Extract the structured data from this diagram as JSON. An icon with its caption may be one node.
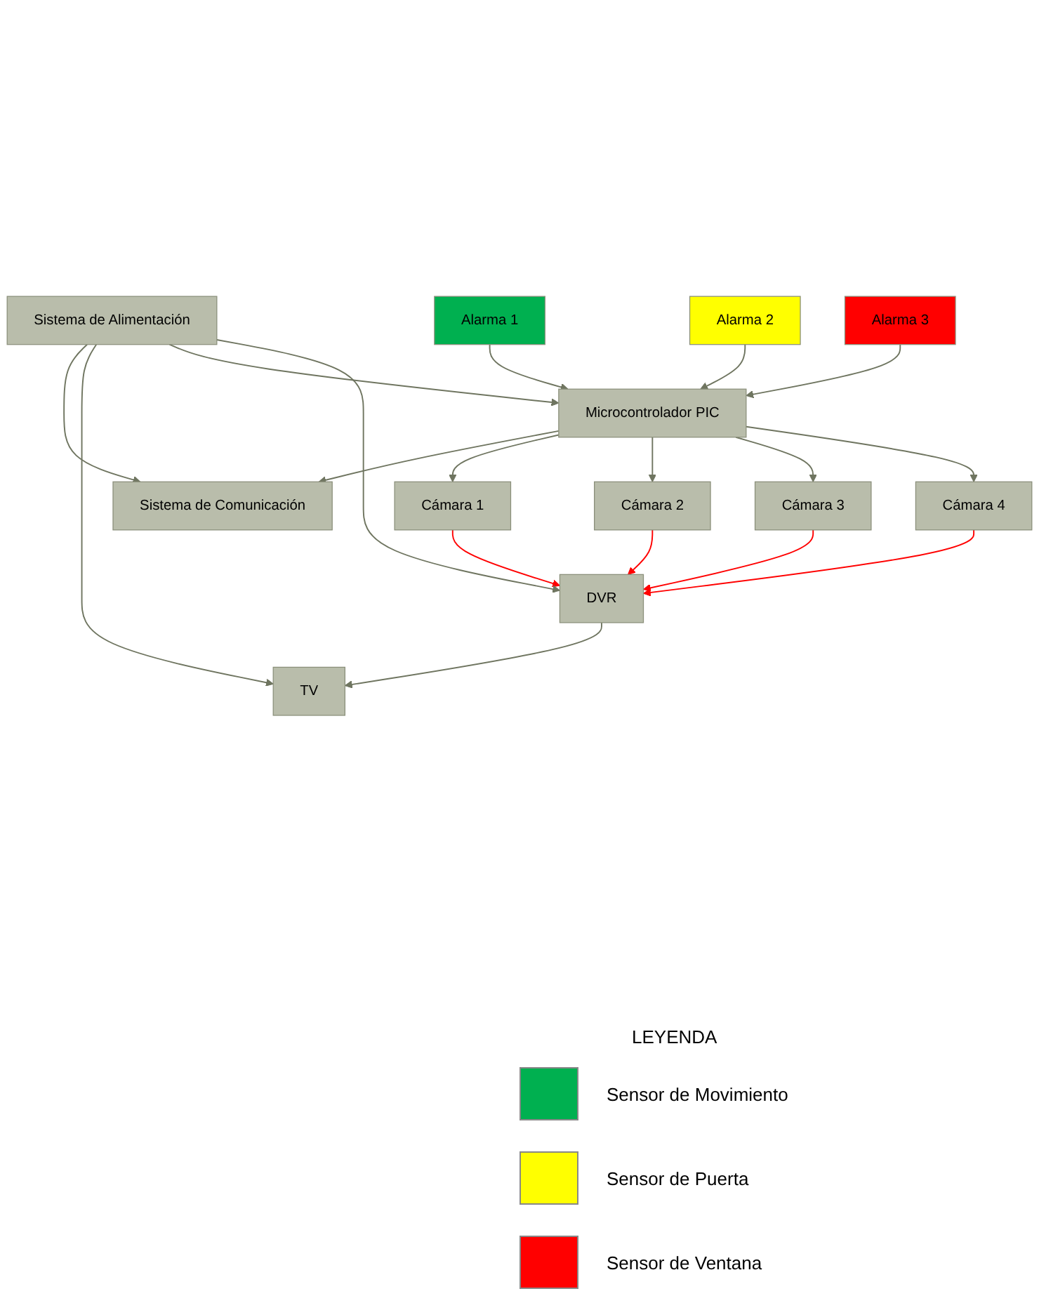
{
  "diagram": {
    "nodes": [
      {
        "text": [
          "Sistema de Comunicación"
        ]
      },
      {
        "text": [
          "Sistema de Alimentación"
        ]
      },
      {
        "text": [
          "Microcontrolador PIC"
        ]
      },
      {
        "text": [
          "TV"
        ]
      },
      {
        "text": [
          "Cámara 1"
        ]
      },
      {
        "text": [
          "Cámara 2"
        ]
      },
      {
        "text": [
          "Cámara 3"
        ]
      },
      {
        "text": [
          "Cámara 4"
        ]
      },
      {
        "text": [
          "Alarma 1"
        ]
      },
      {
        "text": [
          "Alarma 2"
        ]
      },
      {
        "text": [
          "Alarma 3"
        ]
      },
      {
        "text": [
          "DVR"
        ]
      }
    ],
    "edges": [
      {
        "from": 1,
        "to": 0,
        "arrow": "to"
      },
      {
        "from": 1,
        "to": 3,
        "arrow": "to"
      },
      {
        "from": 1,
        "to": 2,
        "arrow": "to"
      },
      {
        "from": 2,
        "to": 0,
        "arrow": "to"
      },
      {
        "from": 2,
        "to": 4,
        "arrow": "to"
      },
      {
        "from": 2,
        "to": 5,
        "arrow": "to"
      },
      {
        "from": 2,
        "to": 6,
        "arrow": "to"
      },
      {
        "from": 2,
        "to": 7,
        "arrow": "to"
      },
      {
        "from": 8,
        "to": 2,
        "arrow": "to"
      },
      {
        "from": 9,
        "to": 2,
        "arrow": "to"
      },
      {
        "from": 10,
        "to": 2,
        "arrow": "to"
      },
      {
        "from": 4,
        "to": 11,
        "arrow": "to",
        "color": "#ff0000"
      },
      {
        "from": 5,
        "to": 11,
        "arrow": "to",
        "color": "#ff0000"
      },
      {
        "from": 6,
        "to": 11,
        "arrow": "to",
        "color": "#ff0000"
      },
      {
        "from": 7,
        "to": 11,
        "arrow": "to",
        "color": "#ff0000"
      },
      {
        "from": 1,
        "to": 11,
        "arrow": "to"
      },
      {
        "from": 11,
        "to": 3,
        "arrow": "to"
      }
    ],
    "labels": [
      "LEYENDA"
    ],
    "legend": [
      {
        "text": "Sensor de Movimiento",
        "color": "#00b050"
      },
      {
        "text": "Sensor de Puerta",
        "color": "#ffff00"
      },
      {
        "text": "Sensor de Ventana",
        "color": "#ff0000"
      }
    ]
  }
}
